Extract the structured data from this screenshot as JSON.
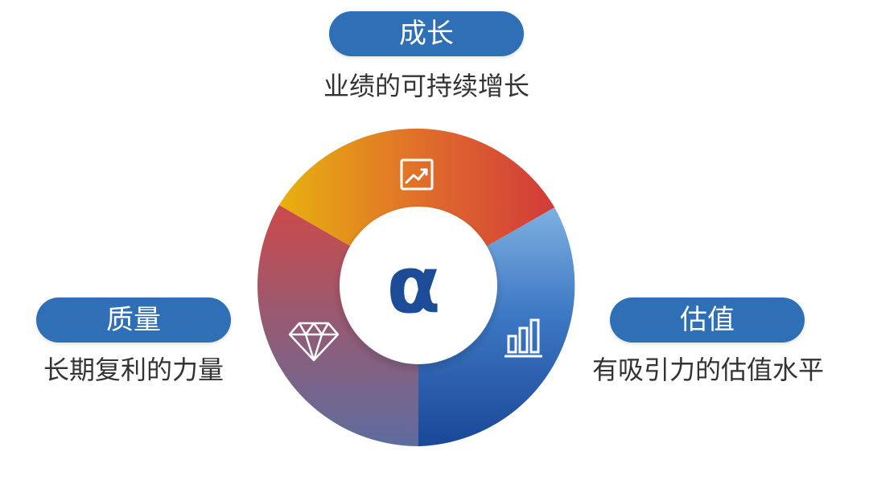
{
  "segments": {
    "top": {
      "title": "成长",
      "description": "业绩的可持续增长",
      "icon": "trend-chart-icon"
    },
    "left": {
      "title": "质量",
      "description": "长期复利的力量",
      "icon": "diamond-icon"
    },
    "right": {
      "title": "估值",
      "description": "有吸引力的估值水平",
      "icon": "bar-chart-icon"
    }
  },
  "center": {
    "symbol": "α"
  },
  "colors": {
    "pill": "#2f6fb5",
    "top_gradient": [
      "#e8b10f",
      "#d23a3a"
    ],
    "left_gradient": [
      "#c94a4a",
      "#5e6a9c"
    ],
    "right_gradient": [
      "#6fa6dd",
      "#1d4f9e"
    ],
    "alpha": "#1c4c97"
  }
}
